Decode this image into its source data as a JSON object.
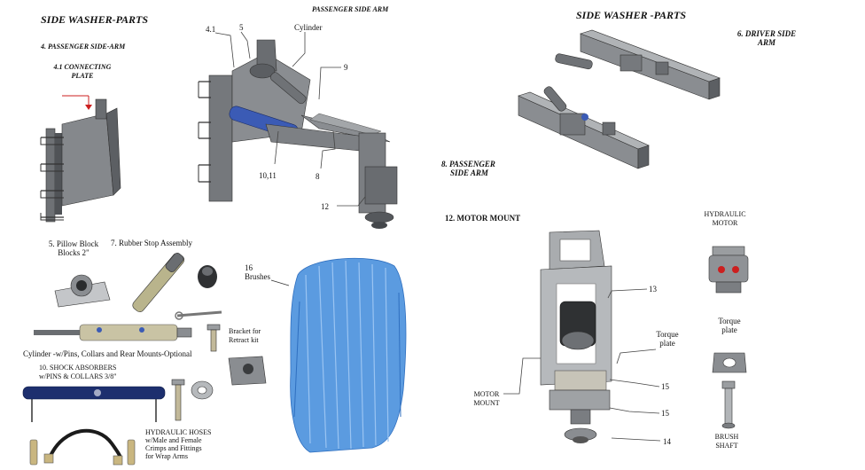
{
  "title_left": "SIDE WASHER-PARTS",
  "title_right": "SIDE WASHER -PARTS",
  "passenger_side_arm_heading": "PASSENGER SIDE ARM",
  "labels": {
    "passenger_side_arm_4": "4. PASSENGER SIDE-ARM",
    "connecting_plate_line1": "4.1 CONNECTING",
    "connecting_plate_line2": "PLATE",
    "callout_4_1": "4.1",
    "callout_5": "5",
    "cylinder": "Cylinder",
    "callout_9": "9",
    "callout_10_11": "10,11",
    "callout_8": "8",
    "callout_12": "12",
    "driver_side_arm_line1": "6. DRIVER SIDE",
    "driver_side_arm_line2": "ARM",
    "passenger_side_arm_8_line1": "8. PASSENGER",
    "passenger_side_arm_8_line2": "SIDE ARM",
    "motor_mount_heading": "12. MOTOR MOUNT",
    "hydraulic_motor_line1": "HYDRAULIC",
    "hydraulic_motor_line2": "MOTOR",
    "pillow_block_line1": "5. Pillow Block",
    "pillow_block_line2": "Blocks 2\"",
    "rubber_stop": "7. Rubber Stop Assembly",
    "brushes_line1": "16",
    "brushes_line2": "Brushes",
    "bracket_line1": "Bracket for",
    "bracket_line2": "Retract kit",
    "cylinder_pins": "Cylinder -w/Pins, Collars and Rear Mounts-Optional",
    "shock_line1": "10. SHOCK ABSORBERS",
    "shock_line2": "w/PINS & COLLARS 3/8\"",
    "hoses_line1": "HYDRAULIC HOSES",
    "hoses_line2": "w/Male and Female",
    "hoses_line3": "Crimps and Fittings",
    "hoses_line4": "for Wrap Arms",
    "callout_13": "13",
    "torque_plate_center_line1": "Torque",
    "torque_plate_center_line2": "plate",
    "torque_plate_right_line1": "Torque",
    "torque_plate_right_line2": "plate",
    "motor_mount_line1": "MOTOR",
    "motor_mount_line2": "MOUNT",
    "callout_15a": "15",
    "callout_15b": "15",
    "callout_14": "14",
    "brush_shaft_line1": "BRUSH",
    "brush_shaft_line2": "SHAFT"
  },
  "colors": {
    "metal": "#8a8d91",
    "metal_dark": "#55585c",
    "metal_light": "#c4c6c9",
    "cylinder_blue": "#3b5bb5",
    "brush_blue": "#5b9be0",
    "shock_navy": "#1d2f6e",
    "leader_red": "#cc1f1f",
    "leader_gray": "#444444"
  }
}
